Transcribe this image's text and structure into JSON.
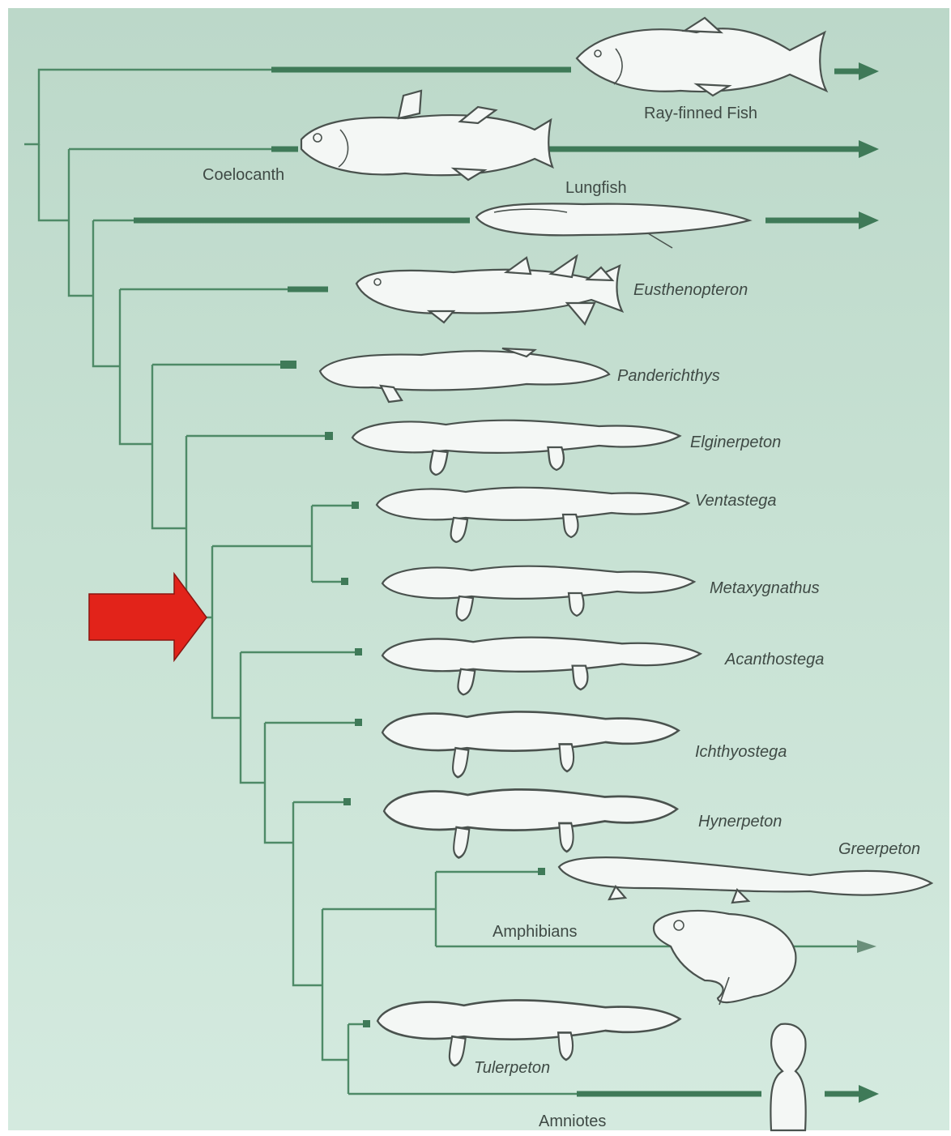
{
  "diagram": {
    "type": "phylogenetic-tree",
    "colors": {
      "background": "#c7e1d3",
      "branch": "#4e8a67",
      "lineage": "#3f7a58",
      "highlight_arrow": "#e2231a",
      "animal_fill": "#f4f7f5",
      "animal_outline": "#4a524e"
    },
    "highlight": {
      "icon": "red-arrow-icon",
      "target": "tetrapod-node"
    },
    "taxa": [
      {
        "id": "ray-finned-fish",
        "label": "Ray-finned Fish",
        "italic": false,
        "extant": true,
        "icon": "fish-icon"
      },
      {
        "id": "coelacanth",
        "label": "Coelocanth",
        "italic": false,
        "extant": true,
        "icon": "coelacanth-icon"
      },
      {
        "id": "lungfish",
        "label": "Lungfish",
        "italic": false,
        "extant": true,
        "icon": "lungfish-icon"
      },
      {
        "id": "eusthenopteron",
        "label": "Eusthenopteron",
        "italic": true,
        "extant": false,
        "icon": "fossil-fish-icon"
      },
      {
        "id": "panderichthys",
        "label": "Panderichthys",
        "italic": true,
        "extant": false,
        "icon": "fossil-fish-icon"
      },
      {
        "id": "elginerpeton",
        "label": "Elginerpeton",
        "italic": true,
        "extant": false,
        "icon": "early-tetrapod-icon"
      },
      {
        "id": "ventastega",
        "label": "Ventastega",
        "italic": true,
        "extant": false,
        "icon": "early-tetrapod-icon"
      },
      {
        "id": "metaxygnathus",
        "label": "Metaxygnathus",
        "italic": true,
        "extant": false,
        "icon": "early-tetrapod-icon"
      },
      {
        "id": "acanthostega",
        "label": "Acanthostega",
        "italic": true,
        "extant": false,
        "icon": "early-tetrapod-icon"
      },
      {
        "id": "ichthyostega",
        "label": "Ichthyostega",
        "italic": true,
        "extant": false,
        "icon": "early-tetrapod-icon"
      },
      {
        "id": "hynerpeton",
        "label": "Hynerpeton",
        "italic": true,
        "extant": false,
        "icon": "early-tetrapod-icon"
      },
      {
        "id": "greerpeton",
        "label": "Greerpeton",
        "italic": true,
        "extant": false,
        "icon": "salamander-like-icon"
      },
      {
        "id": "amphibians",
        "label": "Amphibians",
        "italic": false,
        "extant": true,
        "icon": "frog-icon"
      },
      {
        "id": "tulerpeton",
        "label": "Tulerpeton",
        "italic": true,
        "extant": false,
        "icon": "early-tetrapod-icon"
      },
      {
        "id": "amniotes",
        "label": "Amniotes",
        "italic": false,
        "extant": true,
        "icon": "human-icon"
      }
    ]
  }
}
